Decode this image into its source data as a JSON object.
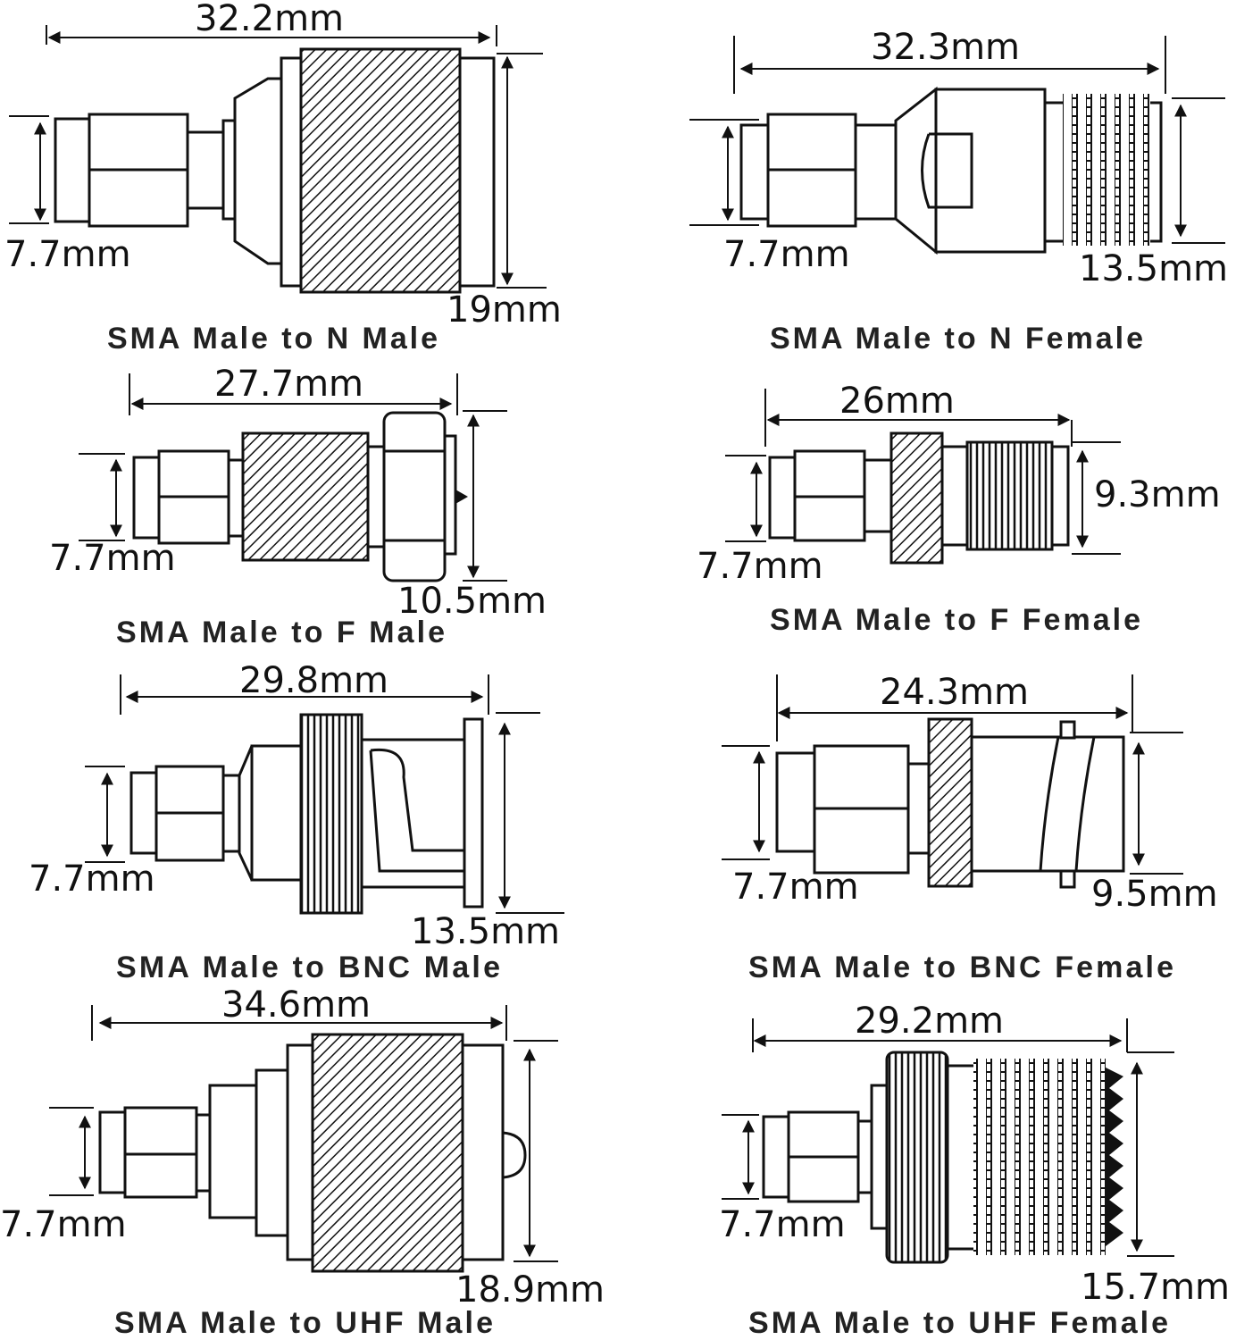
{
  "colors": {
    "line": "#111111",
    "background": "#ffffff"
  },
  "panels": [
    {
      "title": "SMA Male to N Male",
      "length": "32.2mm",
      "sma_dia": "7.7mm",
      "end_dia": "19mm"
    },
    {
      "title": "SMA Male to N Female",
      "length": "32.3mm",
      "sma_dia": "7.7mm",
      "end_dia": "13.5mm"
    },
    {
      "title": "SMA Male to F Male",
      "length": "27.7mm",
      "sma_dia": "7.7mm",
      "end_dia": "10.5mm"
    },
    {
      "title": "SMA Male to F Female",
      "length": "26mm",
      "sma_dia": "7.7mm",
      "end_dia": "9.3mm"
    },
    {
      "title": "SMA Male to BNC Male",
      "length": "29.8mm",
      "sma_dia": "7.7mm",
      "end_dia": "13.5mm"
    },
    {
      "title": "SMA Male to BNC Female",
      "length": "24.3mm",
      "sma_dia": "7.7mm",
      "end_dia": "9.5mm"
    },
    {
      "title": "SMA Male to UHF Male",
      "length": "34.6mm",
      "sma_dia": "7.7mm",
      "end_dia": "18.9mm"
    },
    {
      "title": "SMA Male to UHF Female",
      "length": "29.2mm",
      "sma_dia": "7.7mm",
      "end_dia": "15.7mm"
    }
  ]
}
